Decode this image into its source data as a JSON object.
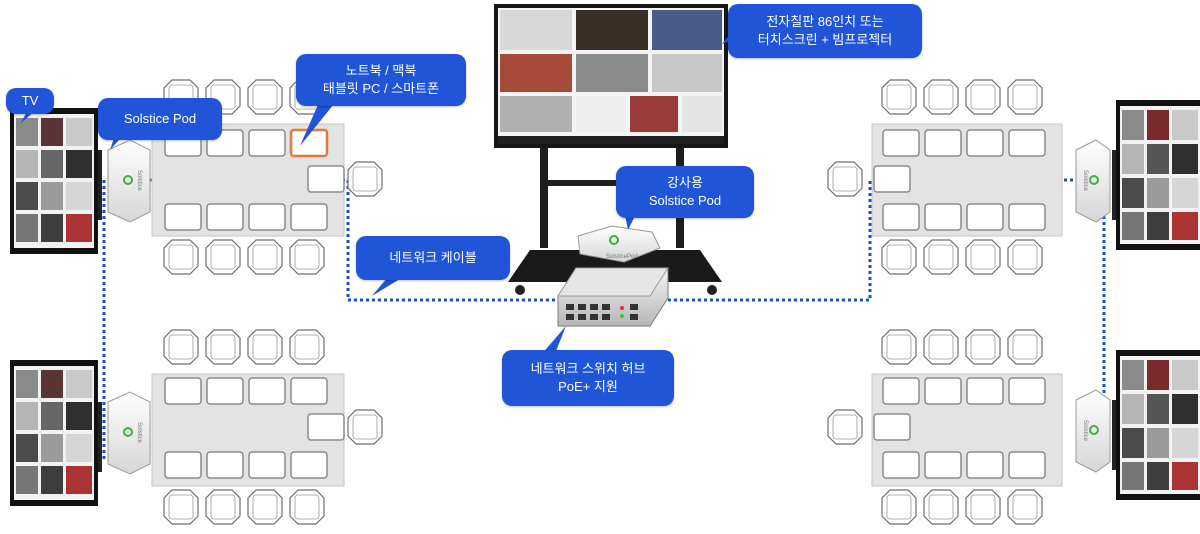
{
  "callouts": {
    "tv": {
      "line1": "TV"
    },
    "solstice_pod": {
      "line1": "Solstice Pod"
    },
    "laptop": {
      "line1": "노트북 / 맥북",
      "line2": "태블릿 PC / 스마트폰"
    },
    "board": {
      "line1": "전자칠판 86인치 또는",
      "line2": "터치스크린 + 빔프로젝터"
    },
    "instructor_pod": {
      "line1": "강사용",
      "line2": "Solstice Pod"
    },
    "network_cable": {
      "line1": "네트워크  케이블"
    },
    "switch_hub": {
      "line1": "네트워크 스위치 허브",
      "line2": "PoE+ 지원"
    }
  },
  "device_labels": {
    "pod_brand": "Solstice",
    "pod_brand_short": "SolsticePod"
  },
  "colors": {
    "callout_blue": "#1f55d6",
    "network_dots": "#1e4fc8",
    "table_fill": "#e3e3e3",
    "laptop_highlight": "#e07a3a",
    "pod_led": "#3cb043"
  }
}
